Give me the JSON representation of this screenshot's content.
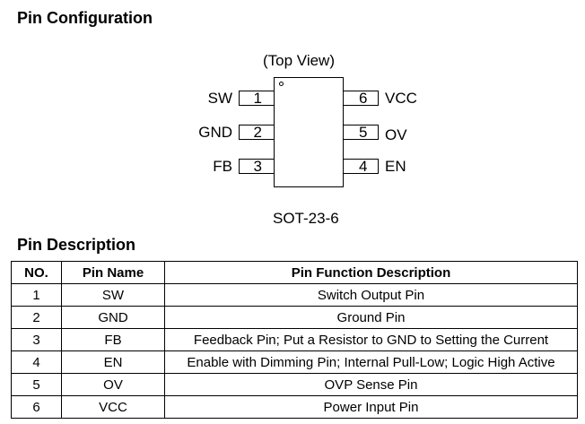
{
  "headings": {
    "configuration": "Pin Configuration",
    "description": "Pin Description"
  },
  "diagram": {
    "view_label": "(Top View)",
    "package": "SOT-23-6",
    "left_pins": [
      {
        "name": "SW",
        "number": "1"
      },
      {
        "name": "GND",
        "number": "2"
      },
      {
        "name": "FB",
        "number": "3"
      }
    ],
    "right_pins": [
      {
        "name": "VCC",
        "number": "6"
      },
      {
        "name": "OV",
        "number": "5"
      },
      {
        "name": "EN",
        "number": "4"
      }
    ]
  },
  "table": {
    "headers": [
      "NO.",
      "Pin Name",
      "Pin Function Description"
    ],
    "rows": [
      [
        "1",
        "SW",
        "Switch Output Pin"
      ],
      [
        "2",
        "GND",
        "Ground Pin"
      ],
      [
        "3",
        "FB",
        "Feedback Pin; Put a Resistor to GND to Setting the Current"
      ],
      [
        "4",
        "EN",
        "Enable with Dimming Pin; Internal Pull-Low; Logic High Active"
      ],
      [
        "5",
        "OV",
        "OVP Sense Pin"
      ],
      [
        "6",
        "VCC",
        "Power Input Pin"
      ]
    ]
  }
}
